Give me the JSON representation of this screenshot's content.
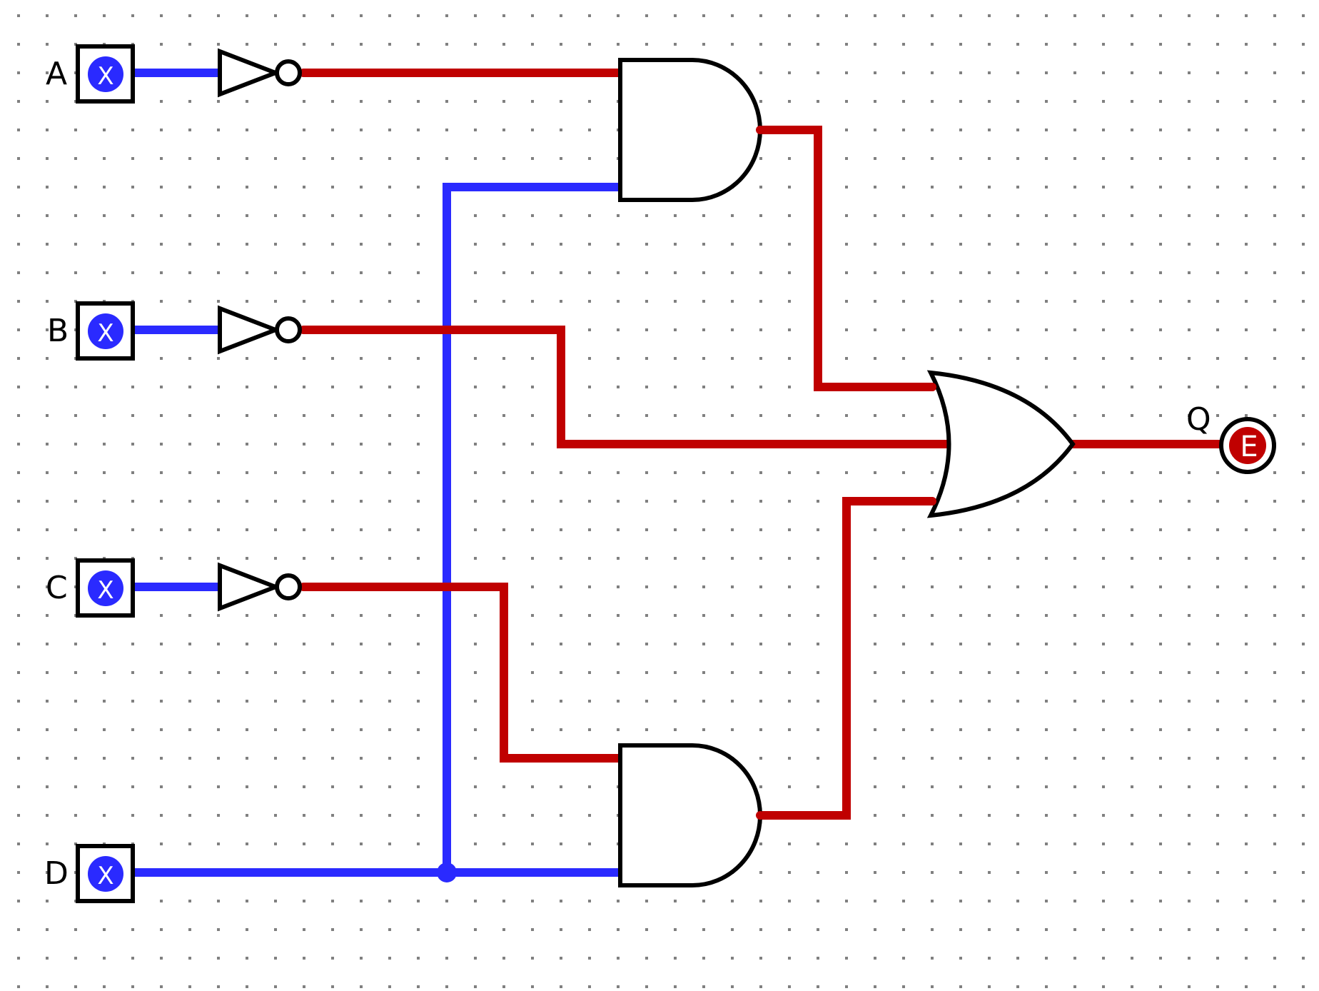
{
  "diagram": {
    "type": "logic-circuit",
    "colors": {
      "wire_low": "#2a2aff",
      "wire_high": "#c00000",
      "gate_stroke": "#000000",
      "grid_dot": "#808080",
      "background": "#ffffff"
    },
    "inputs": [
      {
        "id": "A",
        "label": "A",
        "symbol": "X",
        "state": "undefined"
      },
      {
        "id": "B",
        "label": "B",
        "symbol": "X",
        "state": "undefined"
      },
      {
        "id": "C",
        "label": "C",
        "symbol": "X",
        "state": "undefined"
      },
      {
        "id": "D",
        "label": "D",
        "symbol": "X",
        "state": "undefined"
      }
    ],
    "gates": [
      {
        "id": "not-a",
        "type": "NOT",
        "input": "A"
      },
      {
        "id": "not-b",
        "type": "NOT",
        "input": "B"
      },
      {
        "id": "not-c",
        "type": "NOT",
        "input": "C"
      },
      {
        "id": "and-top",
        "type": "AND",
        "inputs": [
          "not-a",
          "D"
        ]
      },
      {
        "id": "and-bottom",
        "type": "AND",
        "inputs": [
          "not-c",
          "D"
        ]
      },
      {
        "id": "or-main",
        "type": "OR",
        "inputs": [
          "and-top",
          "not-b",
          "and-bottom"
        ]
      }
    ],
    "outputs": [
      {
        "id": "Q",
        "label": "Q",
        "symbol": "E",
        "source": "or-main"
      }
    ]
  }
}
